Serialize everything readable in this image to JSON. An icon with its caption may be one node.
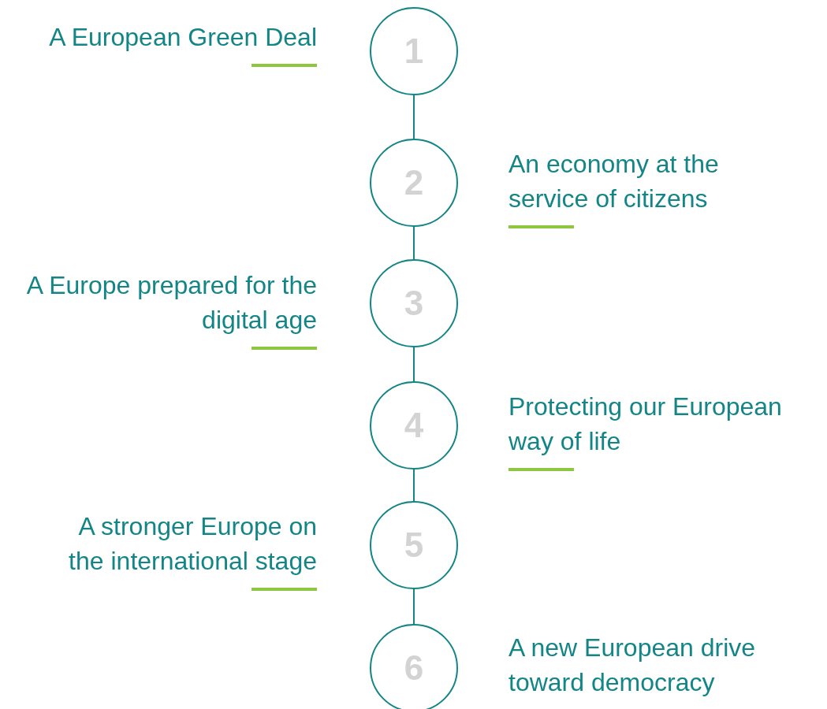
{
  "diagram": {
    "nodes": [
      {
        "text": [
          "1"
        ],
        "beside": [
          "A European Green Deal"
        ]
      },
      {
        "text": [
          "2"
        ],
        "beside": [
          "An economy at the service of citizens"
        ]
      },
      {
        "text": [
          "3"
        ],
        "beside": [
          "A Europe prepared for the digital age"
        ]
      },
      {
        "text": [
          "4"
        ],
        "beside": [
          "Protecting our European way of life"
        ]
      },
      {
        "text": [
          "5"
        ],
        "beside": [
          "A stronger Europe on the international stage"
        ]
      },
      {
        "text": [
          "6"
        ],
        "beside": [
          "A new European drive toward democracy"
        ]
      }
    ],
    "edges": [
      {
        "from": 0,
        "to": 1,
        "arrow": "none"
      },
      {
        "from": 1,
        "to": 2,
        "arrow": "none"
      },
      {
        "from": 2,
        "to": 3,
        "arrow": "none"
      },
      {
        "from": 3,
        "to": 4,
        "arrow": "none"
      },
      {
        "from": 4,
        "to": 5,
        "arrow": "none"
      }
    ]
  }
}
